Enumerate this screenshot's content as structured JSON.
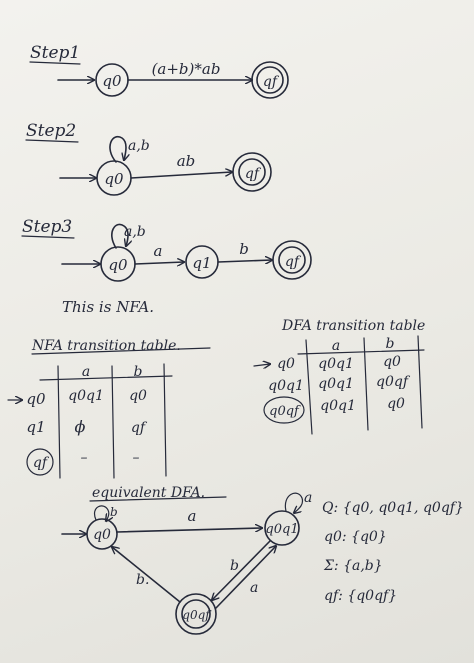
{
  "steps": {
    "step1": {
      "title": "Step1",
      "states": {
        "start": "q0",
        "final": "qf"
      },
      "edge": "(a+b)*ab"
    },
    "step2": {
      "title": "Step2",
      "states": {
        "start": "q0",
        "final": "qf"
      },
      "self_loop": "a,b",
      "edge": "ab"
    },
    "step3": {
      "title": "Step3",
      "states": {
        "start": "q0",
        "middle": "q1",
        "final": "qf"
      },
      "self_loop": "a,b",
      "edge_a": "a",
      "edge_b": "b"
    }
  },
  "nfa_note": "This is NFA.",
  "nfa_table": {
    "title": "NFA transition table.",
    "headers": [
      "a",
      "b"
    ],
    "rows": [
      {
        "state": "q0",
        "a": "q0q1",
        "b": "q0"
      },
      {
        "state": "q1",
        "a": "ϕ",
        "b": "qf"
      },
      {
        "state": "qf",
        "a": "–",
        "b": "–"
      }
    ]
  },
  "dfa_table": {
    "title": "DFA transition table",
    "headers": [
      "a",
      "b"
    ],
    "rows": [
      {
        "state": "q0",
        "a": "q0q1",
        "b": "q0"
      },
      {
        "state": "q0q1",
        "a": "q0q1",
        "b": "q0qf"
      },
      {
        "state": "q0qf",
        "a": "q0q1",
        "b": "q0"
      }
    ]
  },
  "equivalent_dfa": {
    "title": "equivalent DFA.",
    "states": {
      "start": "q0",
      "middle": "q0q1",
      "final": "q0qf"
    },
    "labels": {
      "start_loop": "b",
      "middle_loop": "a",
      "start_to_middle": "a",
      "final_to_start": "b.",
      "middle_to_final": "b",
      "final_to_middle": "a"
    }
  },
  "definitions": [
    "Q: {q0, q0q1, q0qf}",
    "q0: {q0}",
    "Σ: {a,b}",
    "qf: {q0qf}"
  ]
}
